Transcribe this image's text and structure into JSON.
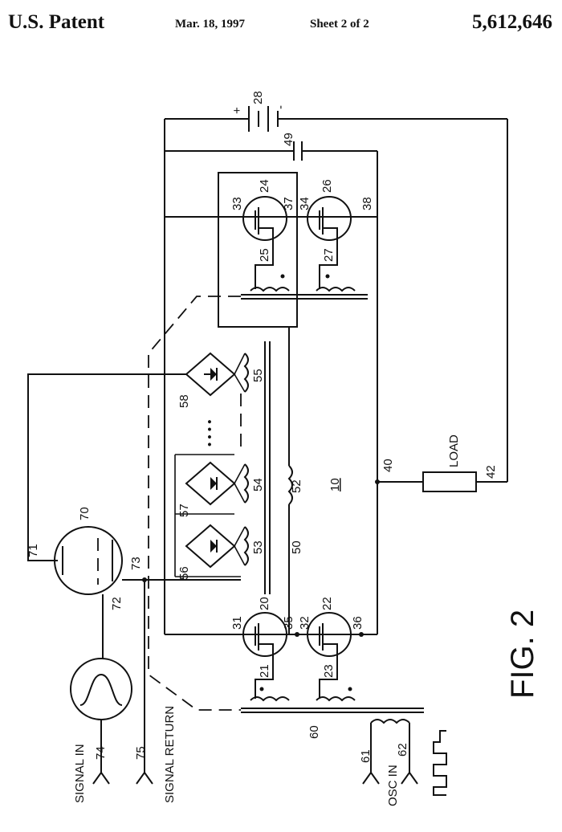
{
  "header": {
    "title": "U.S. Patent",
    "date": "Mar. 18, 1997",
    "sheet": "Sheet 2 of 2",
    "patent_number": "5,612,646"
  },
  "figure": {
    "caption": "FIG. 2"
  },
  "labels": {
    "battery": "28",
    "battery_plus": "+",
    "battery_minus": "-",
    "cap": "49",
    "t24": "24",
    "t26": "26",
    "t20": "20",
    "t22": "22",
    "g25": "25",
    "g27": "27",
    "g21": "21",
    "g23": "23",
    "n33": "33",
    "n37": "37",
    "n34": "34",
    "n38": "38",
    "n31": "31",
    "n35": "35",
    "n32": "32",
    "n36": "36",
    "w55": "55",
    "w54": "54",
    "w53": "53",
    "w52": "52",
    "b58": "58",
    "b57": "57",
    "b56": "56",
    "core50": "50",
    "block10": "10",
    "n40": "40",
    "n42": "42",
    "load": "LOAD",
    "tube70": "70",
    "e71": "71",
    "e72": "72",
    "e73": "73",
    "xf60": "60",
    "t61": "61",
    "t62": "62",
    "osc": "OSC IN",
    "t74": "74",
    "t75": "75",
    "sig_in": "SIGNAL IN",
    "sig_ret": "SIGNAL RETURN",
    "dots": "• • • •"
  }
}
